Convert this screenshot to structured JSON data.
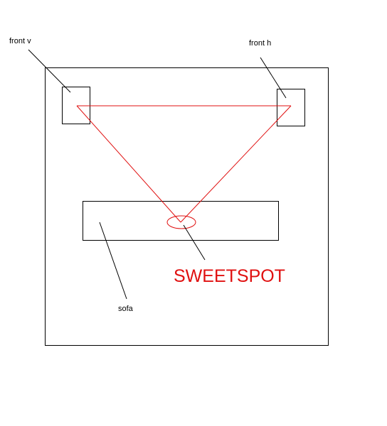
{
  "labels": {
    "front_left": "front v",
    "front_right": "front h",
    "sofa": "sofa",
    "sweetspot": "SWEETSPOT"
  },
  "colors": {
    "outline": "#000000",
    "accent": "#e01010",
    "background": "#ffffff"
  }
}
